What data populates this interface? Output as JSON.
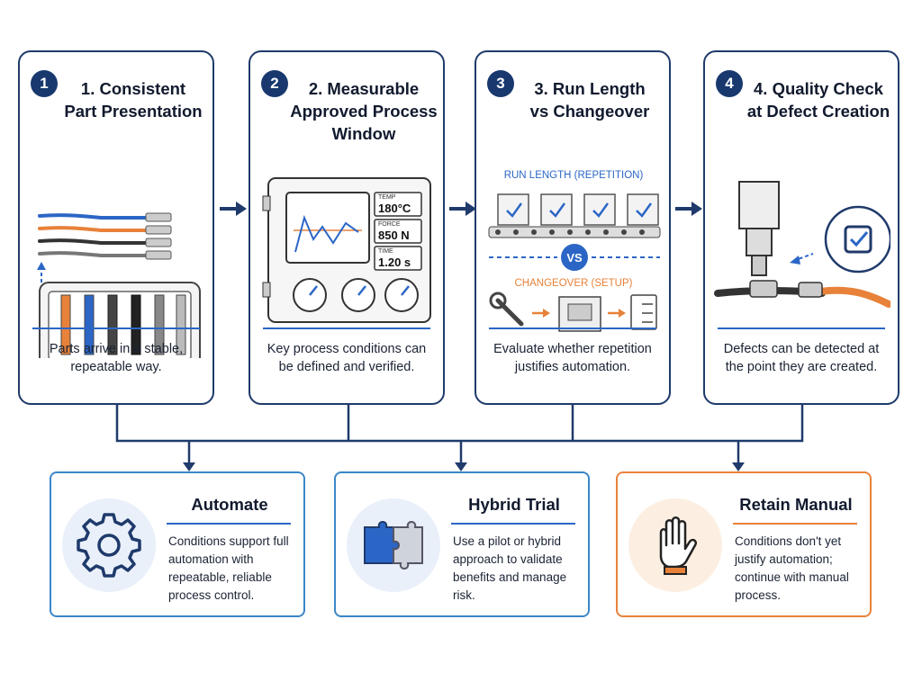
{
  "colors": {
    "navy": "#1f3a6b",
    "blue": "#2b66c6",
    "orange": "#e8823a",
    "light_blue": "#e9f0fa"
  },
  "steps": [
    {
      "number": "1",
      "title_lines": [
        "1. Consistent",
        "Part Presentation"
      ],
      "description": "Parts arrive in a stable, repeatable way.",
      "icon": "wire-tray-icon"
    },
    {
      "number": "2",
      "title_lines": [
        "2. Measurable",
        "Approved Process",
        "Window"
      ],
      "description": "Key process conditions can be defined and verified.",
      "icon": "control-panel-icon",
      "panel": {
        "temp_label": "TEMP",
        "temp_value": "180°C",
        "force_label": "FORCE",
        "force_value": "850 N",
        "time_label": "TIME",
        "time_value": "1.20 s"
      }
    },
    {
      "number": "3",
      "title_lines": [
        "3. Run Length",
        "vs Changeover"
      ],
      "description": "Evaluate whether repetition justifies automation.",
      "icon": "conveyor-icon",
      "labels": {
        "run_length": "RUN LENGTH (REPETITION)",
        "vs": "VS",
        "changeover": "CHANGEOVER (SETUP)"
      }
    },
    {
      "number": "4",
      "title_lines": [
        "4. Quality Check",
        "at Defect Creation"
      ],
      "description": "Defects can be detected at the point they are created.",
      "icon": "crimp-check-icon"
    }
  ],
  "outcomes": [
    {
      "title": "Automate",
      "description": "Conditions support full automation with repeatable, reliable process control.",
      "icon": "gear-icon"
    },
    {
      "title": "Hybrid Trial",
      "description": "Use a pilot or hybrid approach to validate benefits and manage risk.",
      "icon": "puzzle-icon"
    },
    {
      "title": "Retain Manual",
      "description": "Conditions don't yet justify automation; continue with manual process.",
      "icon": "hand-icon"
    }
  ]
}
